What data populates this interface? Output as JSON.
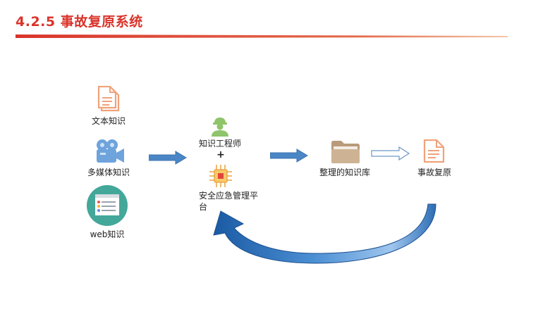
{
  "slide": {
    "title": "4.2.5 事故复原系统",
    "colors": {
      "title": "#d9342b",
      "accent": "#4a86c5",
      "arrow_dark": "#1f5fa6"
    }
  },
  "sources": {
    "text": {
      "label": "文本知识",
      "icon": "document-icon"
    },
    "multimedia": {
      "label": "多媒体知识",
      "icon": "video-camera-icon"
    },
    "web": {
      "label": "web知识",
      "icon": "web-page-icon"
    }
  },
  "processing": {
    "engineer": {
      "label": "知识工程师",
      "icon": "engineer-icon"
    },
    "plus": "+",
    "platform": {
      "label": "安全应急管理平台",
      "icon": "circuit-chip-icon"
    }
  },
  "knowledge_base": {
    "label": "整理的知识库",
    "icon": "folder-icon"
  },
  "restoration": {
    "label": "事故复原",
    "icon": "document-icon"
  }
}
